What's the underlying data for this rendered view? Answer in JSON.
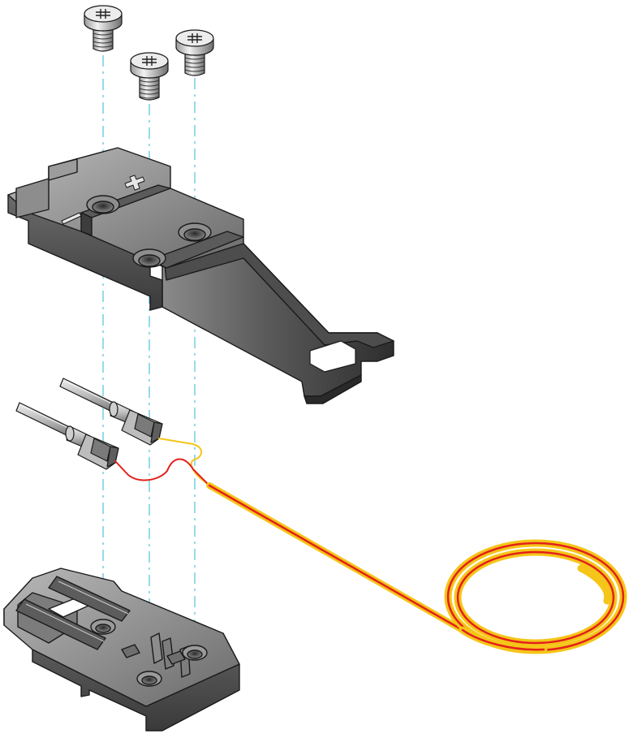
{
  "figure": {
    "connector_top_marks": {
      "negative": "—",
      "positive": "+"
    },
    "colors": {
      "body_dark": "#3a3a3a",
      "body_mid": "#6f6f6f",
      "body_light": "#a8a8a8",
      "outline": "#1a1a1a",
      "screw_light": "#e6e6e6",
      "screw_dark": "#7a7a7a",
      "guide_line": "#4fc3d9",
      "wire_red": "#e3201b",
      "wire_yellow": "#f5c518"
    },
    "parts": [
      "screw-1",
      "screw-2",
      "screw-3",
      "connector-cover",
      "pin-contact-1",
      "pin-contact-2",
      "thermocouple-wire",
      "connector-base"
    ]
  }
}
